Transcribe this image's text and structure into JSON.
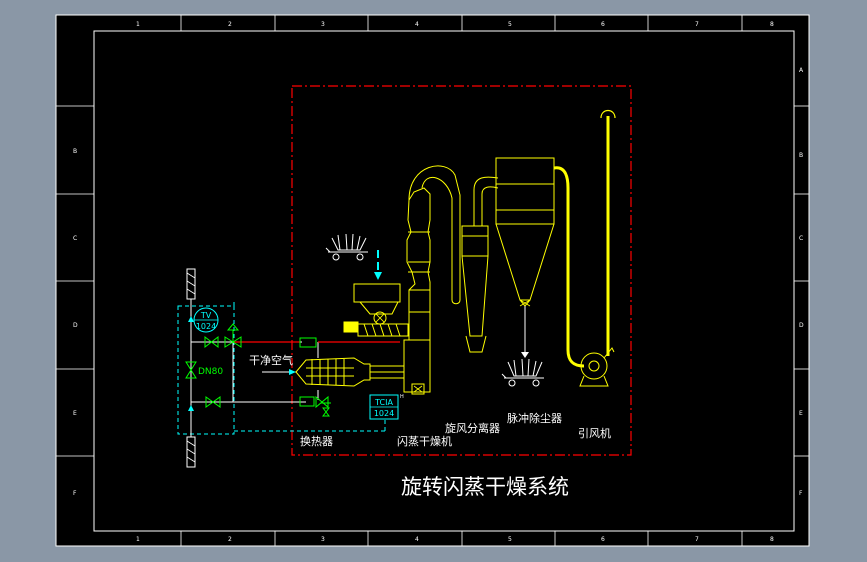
{
  "drawing": {
    "title": "旋转闪蒸干燥系统",
    "labels": {
      "heat_exchanger": "换热器",
      "flash_dryer": "闪蒸干燥机",
      "cyclone": "旋风分离器",
      "pulse_filter": "脉冲除尘器",
      "induced_fan": "引风机",
      "clean_air": "干净空气",
      "tv_tag_top": "TV",
      "tv_tag_bottom": "1024",
      "valve_size": "DN80",
      "tcia_tag_top": "TCIA",
      "tcia_tag_bottom": "1024",
      "tcia_superscript": "H"
    },
    "border_ticks": {
      "top": [
        "1",
        "2",
        "3",
        "4",
        "5",
        "6",
        "7",
        "8"
      ],
      "bottom": [
        "1",
        "2",
        "3",
        "4",
        "5",
        "6",
        "7",
        "8"
      ],
      "left": [
        "B",
        "C",
        "D",
        "E",
        "F"
      ],
      "right": [
        "A",
        "B",
        "C",
        "D",
        "E",
        "F"
      ]
    }
  },
  "colors": {
    "background": "#000000",
    "frame": "#ffffff",
    "equipment": "#ffff00",
    "boundary": "#ff0000",
    "instrument": "#00ffff",
    "valves": "#00ff00",
    "hot_pipe": "#ff0000"
  }
}
